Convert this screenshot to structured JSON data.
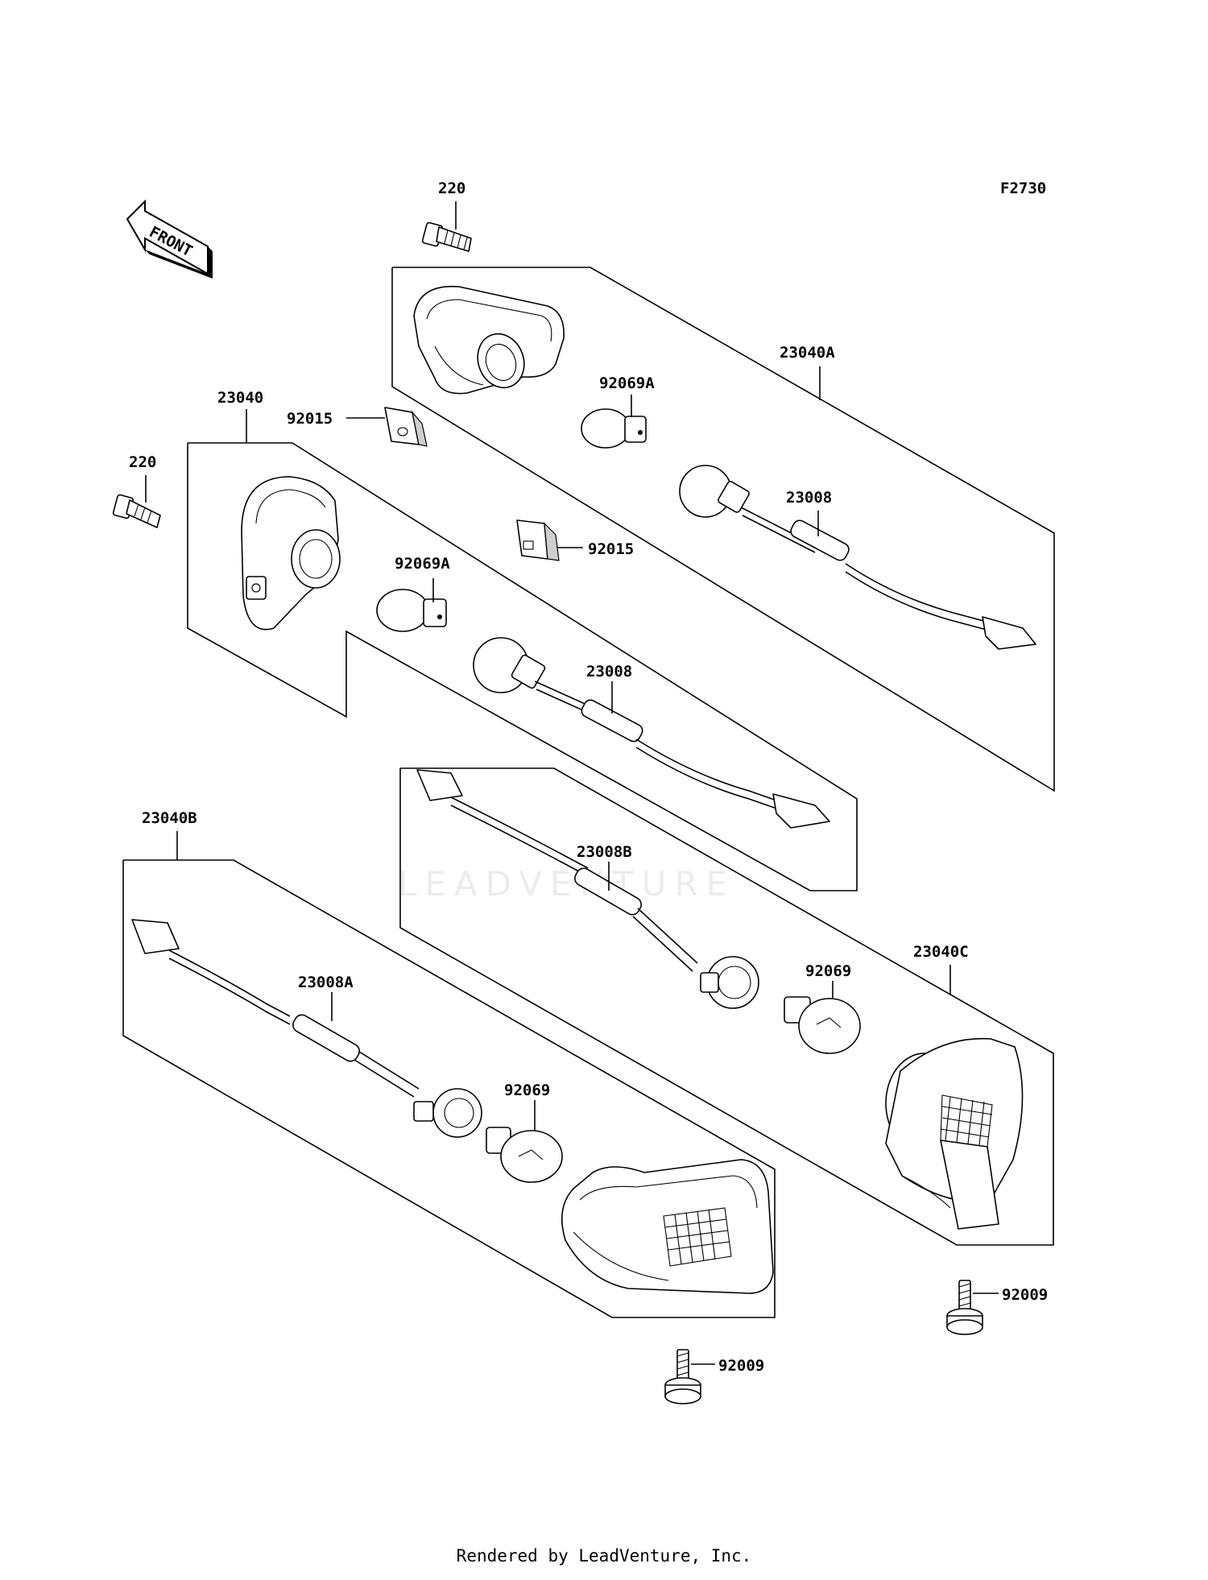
{
  "figure_code": "F2730",
  "front_label": "FRONT",
  "watermark": "LEADVENTURE",
  "footer": "Rendered by LeadVenture, Inc.",
  "callouts": {
    "c220_top": "220",
    "c23040a": "23040A",
    "c92069a_top": "92069A",
    "c23008_top": "23008",
    "c23040": "23040",
    "c92015_left": "92015",
    "c92015_right": "92015",
    "c220_left": "220",
    "c92069a_mid": "92069A",
    "c23008_mid": "23008",
    "c23040b": "23040B",
    "c23008b": "23008B",
    "c23040c": "23040C",
    "c23008a": "23008A",
    "c92069_right": "92069",
    "c92069_left": "92069",
    "c92009_right": "92009",
    "c92009_bottom": "92009"
  }
}
